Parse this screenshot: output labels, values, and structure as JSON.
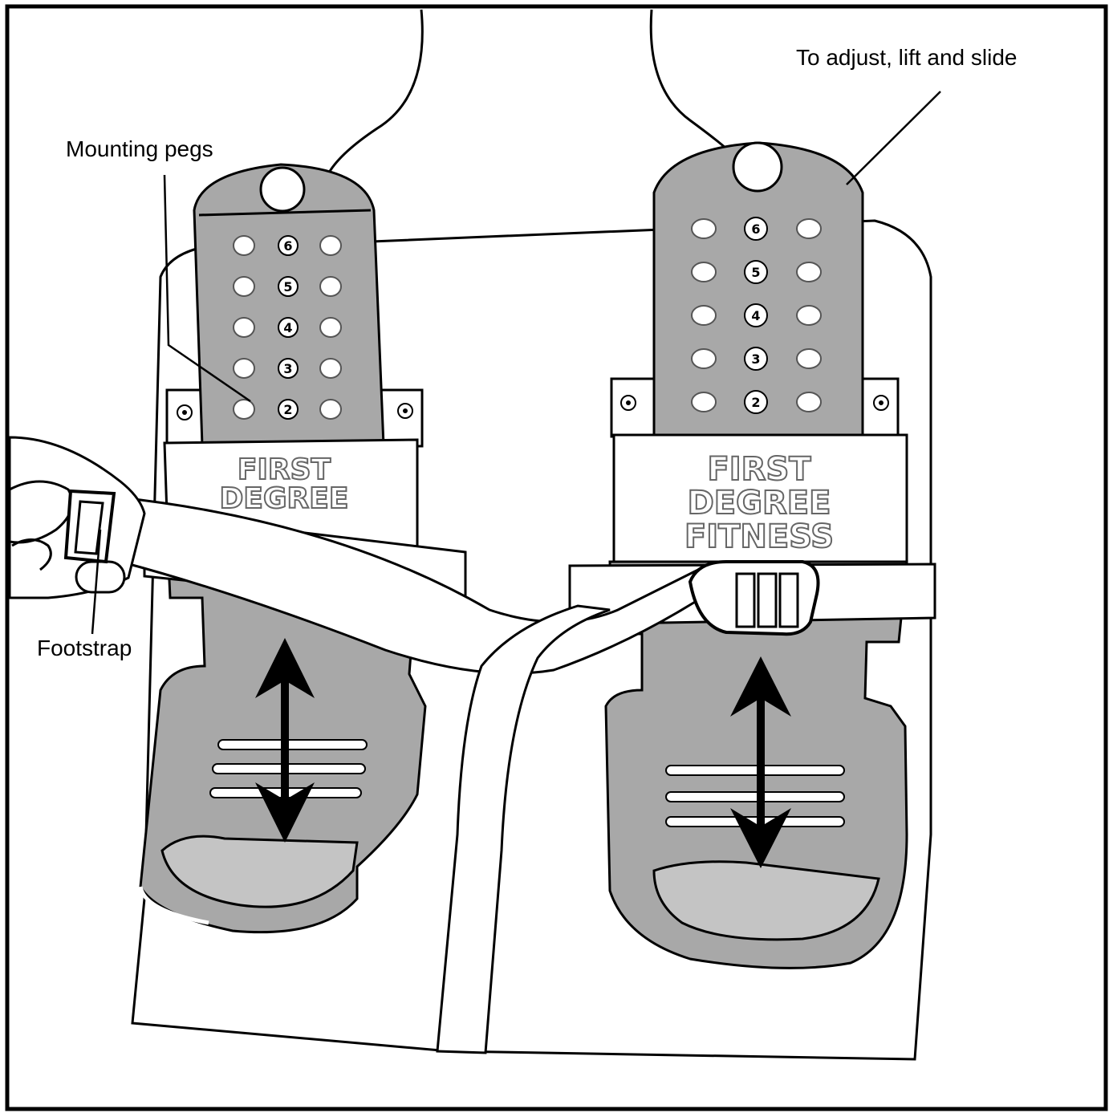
{
  "callouts": {
    "mounting_pegs": "Mounting pegs",
    "adjust": "To adjust, lift and slide",
    "footstrap": "Footstrap"
  },
  "brand": {
    "line1": "FIRST",
    "line2": "DEGREE",
    "line3": "FITNESS"
  },
  "peg_numbers": [
    "6",
    "5",
    "4",
    "3",
    "2"
  ],
  "colors": {
    "plate_gray": "#aaaaaa",
    "outline": "#000000",
    "background": "#ffffff"
  },
  "icons": {
    "adjust_arrow": "double-headed-vertical-arrow"
  }
}
